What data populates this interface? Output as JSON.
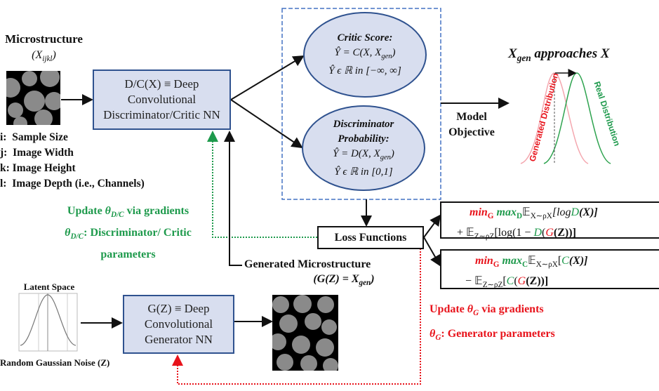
{
  "input": {
    "title": "Microstructure",
    "symbol": "(X",
    "symbol_sub": "ijkl",
    "symbol_close": ")",
    "dims": [
      {
        "key": "i:",
        "label": "Sample Size"
      },
      {
        "key": "j:",
        "label": "Image Width"
      },
      {
        "key": "k:",
        "label": "Image Height"
      },
      {
        "key": "l:",
        "label": "Image Depth (i.e., Channels)"
      }
    ]
  },
  "discriminator": {
    "line1": "D/C(X) ≡ Deep",
    "line2": "Convolutional",
    "line3": "Discriminator/Critic  NN"
  },
  "critic": {
    "title": "Critic Score:",
    "eq": "Ŷ = C(X, X",
    "eq_sub": "gen",
    "eq_close": ")",
    "range": "Ŷ ϵ ℝ in [−∞, ∞]"
  },
  "disc_prob": {
    "title1": "Discriminator",
    "title2": "Probability:",
    "eq": "Ŷ = D(X, X",
    "eq_sub": "gen",
    "eq_close": ")",
    "range": "Ŷ ϵ ℝ in [0,1]"
  },
  "objective": {
    "label1": "Model",
    "label2": "Objective",
    "title": "X",
    "title_sub": "gen",
    "title_rest": " approaches X",
    "generated_label": "Generated Distribution",
    "real_label": "Real Distribution"
  },
  "loss": {
    "label": "Loss Functions",
    "gan": {
      "min": "min",
      "min_sub": "G",
      "max": "max",
      "max_sub": "D",
      "e1": "𝔼",
      "e1_sub": "X∼ρX",
      "t1a": "[log",
      "t1b": "D",
      "t1c": "(X)]",
      "line2a": "+ 𝔼",
      "line2_sub": "Z∼ρZ",
      "line2b": "[log(1 − ",
      "line2c": "D",
      "line2d": "(",
      "line2e": "G",
      "line2f": "(Z))]"
    },
    "wgan": {
      "min": "min",
      "min_sub": "G",
      "max": "max",
      "max_sub": "C",
      "e1": "𝔼",
      "e1_sub": "X∼ρX",
      "t1a": "[",
      "t1b": "C",
      "t1c": "(X)]",
      "line2a": "− 𝔼",
      "line2_sub": "Z∼ρZ",
      "line2b": "[",
      "line2c": "C",
      "line2d": "(",
      "line2e": "G",
      "line2f": "(Z))]"
    }
  },
  "disc_update": {
    "line1a": "Update ",
    "theta": "θ",
    "theta_sub": "D/C",
    "line1b": " via gradients",
    "line2b": ": Discriminator/ Critic",
    "line3": "parameters"
  },
  "gen_update": {
    "line1a": "Update ",
    "theta": "θ",
    "theta_sub": "G",
    "line1b": " via gradients",
    "line2b": ": Generator parameters"
  },
  "latent": {
    "title": "Latent Space",
    "caption": "Random  Gaussian  Noise (Z)"
  },
  "generator": {
    "line1": "G(Z) ≡ Deep",
    "line2": "Convolutional",
    "line3": "Generator NN"
  },
  "generated": {
    "title": "Generated Microstructure",
    "eq": "(G(Z) =  X",
    "eq_sub": "gen",
    "eq_close": ")"
  },
  "colors": {
    "box_fill": "#d8deef",
    "box_border": "#2f528f",
    "green": "#1e9a4c",
    "red": "#e8131b",
    "dashed": "#4472c4"
  }
}
